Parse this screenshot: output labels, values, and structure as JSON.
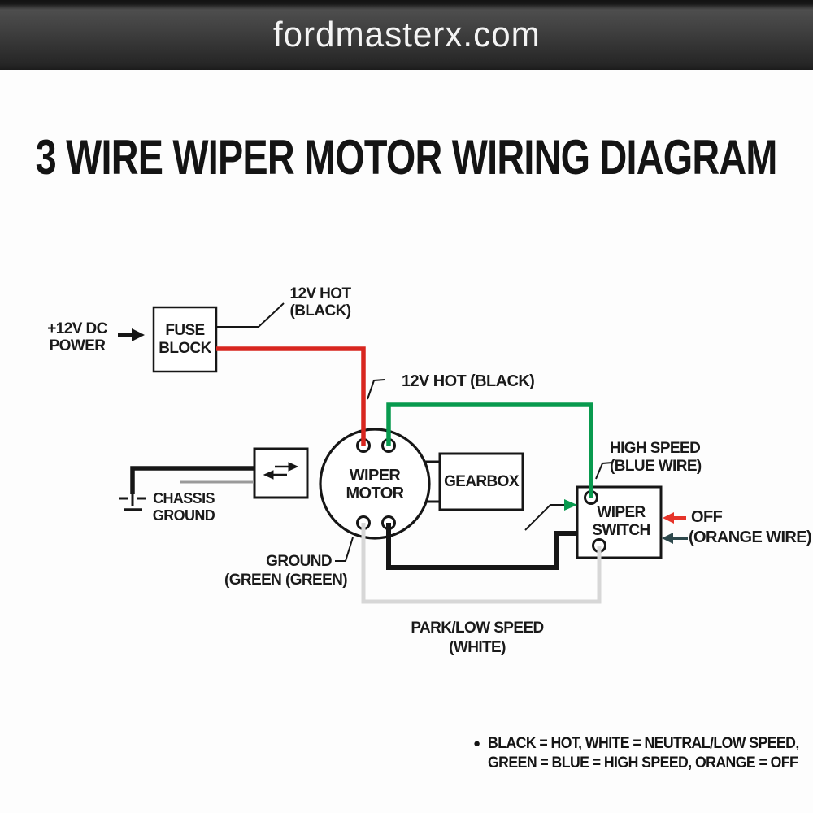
{
  "header": {
    "site": "fordmasterx.com"
  },
  "title": "3 WIRE WIPER MOTOR WIRING DIAGRAM",
  "labels": {
    "power_source": [
      "+12V DC",
      "POWER"
    ],
    "fuse_block": [
      "FUSE",
      "BLOCK"
    ],
    "hot_at_fuse": [
      "12V HOT",
      "(BLACK)"
    ],
    "hot_at_motor": "12V HOT (BLACK)",
    "wiper_motor": [
      "WIPER",
      "MOTOR"
    ],
    "gearbox": "GEARBOX",
    "chassis_ground": [
      "CHASSIS",
      "GROUND"
    ],
    "high_speed": [
      "HIGH SPEED",
      "(BLUE WIRE)"
    ],
    "wiper_switch": [
      "WIPER",
      "SWITCH"
    ],
    "off": "OFF",
    "orange_wire": "(ORANGE WIRE)",
    "ground_wire": [
      "GROUND",
      "(GREEN (GREEN)"
    ],
    "park_low_speed": [
      "PARK/LOW SPEED",
      "(WHITE)"
    ]
  },
  "legend": {
    "bullet": "●",
    "line1": "BLACK = HOT,  WHITE =  NEUTRAL/LOW SPEED,",
    "line2": "GREEN = BLUE = HIGH SPEED, ORANGE = OFF"
  },
  "colors": {
    "hot_wire": "#d8261f",
    "high_speed_wire": "#089a4e",
    "park_wire": "#d7d7d7",
    "ground_wire": "#161616",
    "linkage_line": "#9a9a9a",
    "off_arrow": "#e6342a",
    "orange_arrow": "#2d484c",
    "outline": "#161616"
  }
}
